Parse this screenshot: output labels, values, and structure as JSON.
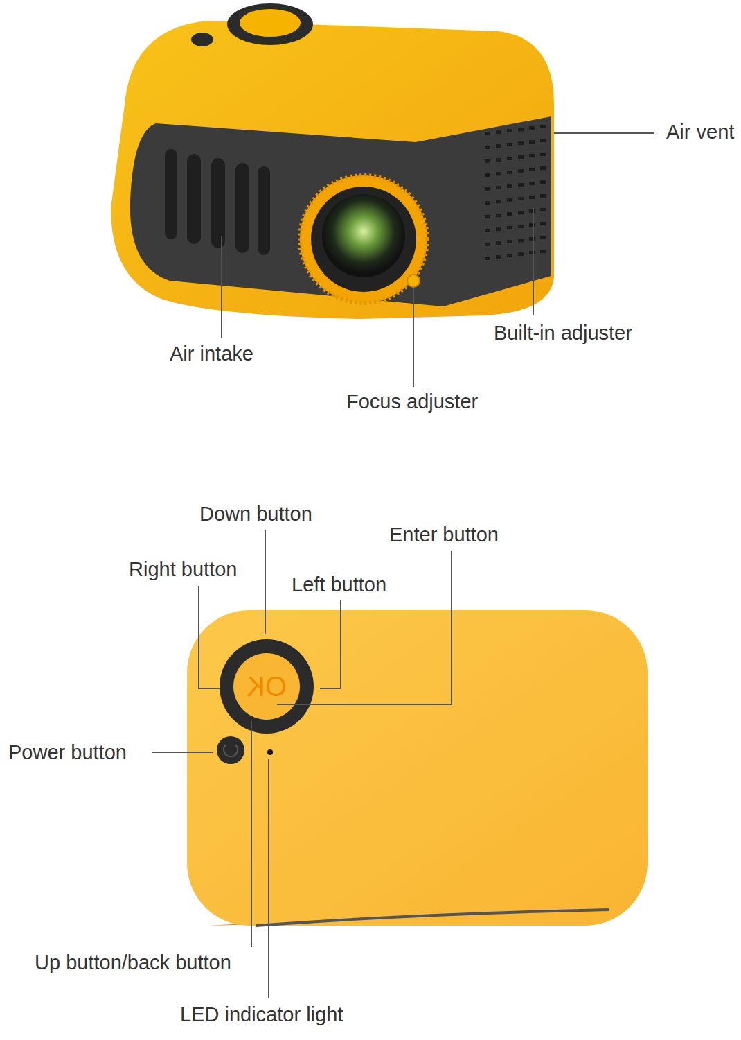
{
  "diagram": {
    "labels": [
      "Air vent",
      "Air intake",
      "Built-in adjuster",
      "Focus adjuster",
      "Down button",
      "Enter button",
      "Right button",
      "Left button",
      "OK",
      "Power button",
      "Up button/back button",
      "LED indicator light"
    ]
  }
}
